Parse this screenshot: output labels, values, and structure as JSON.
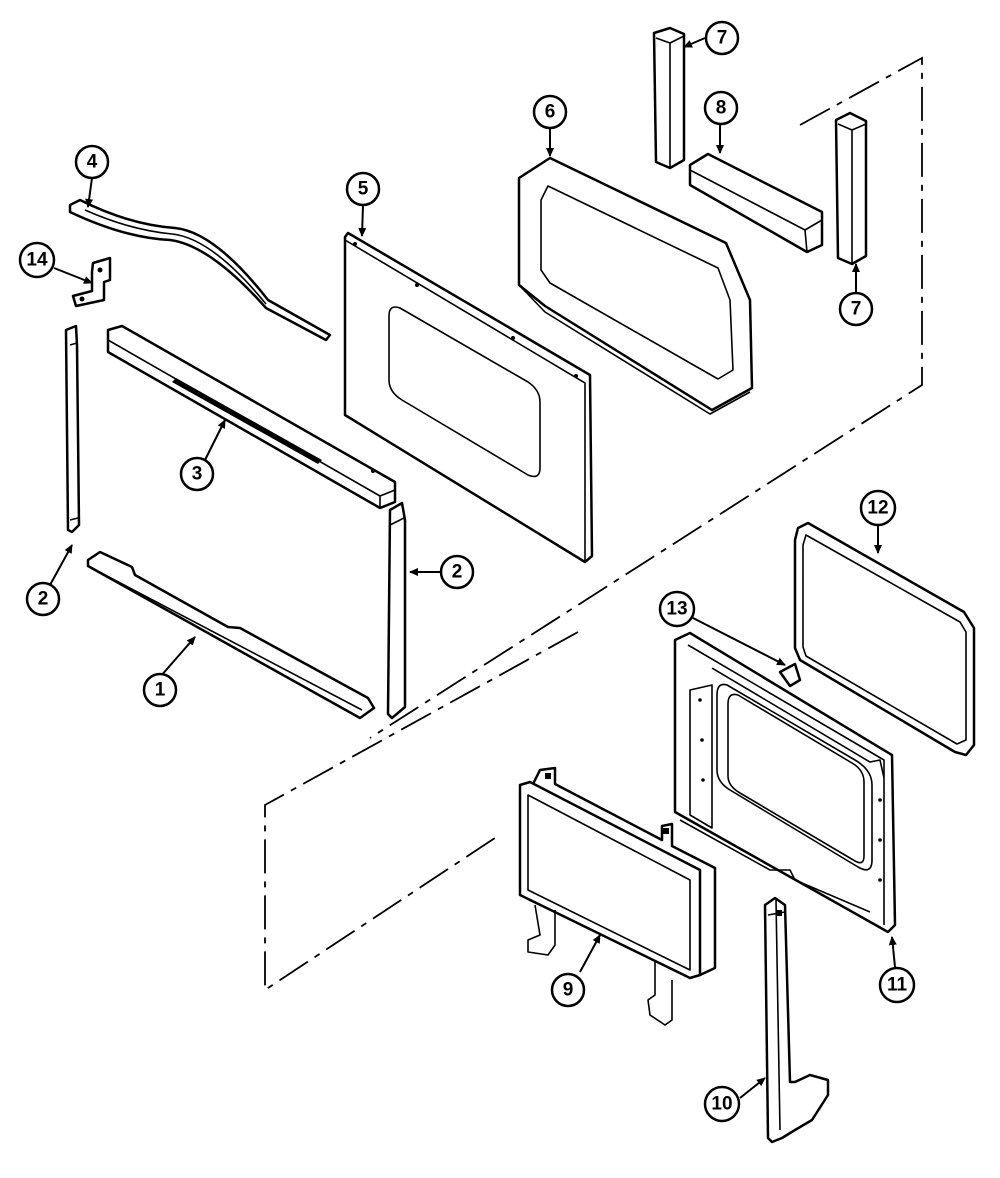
{
  "callouts": [
    {
      "id": "1",
      "label": "1"
    },
    {
      "id": "2a",
      "label": "2"
    },
    {
      "id": "2b",
      "label": "2"
    },
    {
      "id": "3",
      "label": "3"
    },
    {
      "id": "4",
      "label": "4"
    },
    {
      "id": "5",
      "label": "5"
    },
    {
      "id": "6",
      "label": "6"
    },
    {
      "id": "7a",
      "label": "7"
    },
    {
      "id": "7b",
      "label": "7"
    },
    {
      "id": "8",
      "label": "8"
    },
    {
      "id": "9",
      "label": "9"
    },
    {
      "id": "10",
      "label": "10"
    },
    {
      "id": "11",
      "label": "11"
    },
    {
      "id": "12",
      "label": "12"
    },
    {
      "id": "13",
      "label": "13"
    },
    {
      "id": "14",
      "label": "14"
    }
  ]
}
